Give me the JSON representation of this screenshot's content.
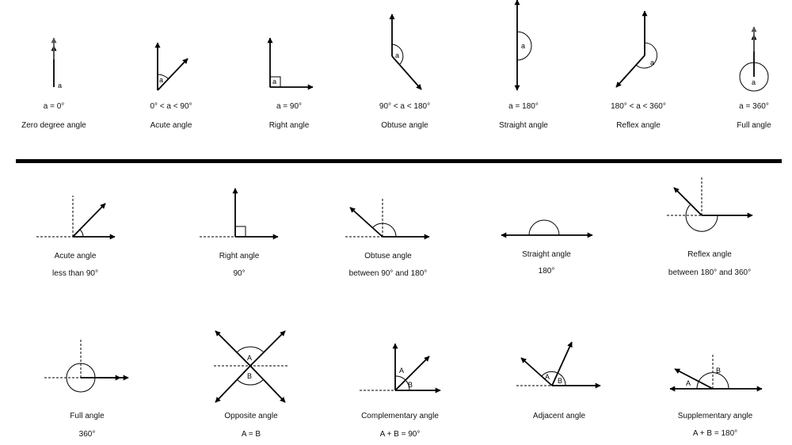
{
  "top_row": [
    {
      "letter": "a",
      "formula": "a = 0°",
      "name": "Zero degree angle"
    },
    {
      "letter": "a",
      "formula": "0° < a < 90°",
      "name": "Acute angle"
    },
    {
      "letter": "a",
      "formula": "a = 90°",
      "name": "Right angle"
    },
    {
      "letter": "a",
      "formula": "90° < a < 180°",
      "name": "Obtuse angle"
    },
    {
      "letter": "a",
      "formula": "a = 180°",
      "name": "Straight angle"
    },
    {
      "letter": "a",
      "formula": "180° < a < 360°",
      "name": "Reflex angle"
    },
    {
      "letter": "a",
      "formula": "a = 360°",
      "name": "Full angle"
    }
  ],
  "middle_row": [
    {
      "name": "Acute angle",
      "detail": "less than 90°"
    },
    {
      "name": "Right angle",
      "detail": "90°"
    },
    {
      "name": "Obtuse angle",
      "detail": "between 90° and 180°"
    },
    {
      "name": "Straight angle",
      "detail": "180°"
    },
    {
      "name": "Reflex angle",
      "detail": "between 180° and 360°"
    }
  ],
  "bottom_row": [
    {
      "name": "Full angle",
      "detail": "360°"
    },
    {
      "name": "Opposite angle",
      "detail": "A = B",
      "letters": [
        "A",
        "B"
      ]
    },
    {
      "name": "Complementary angle",
      "detail": "A + B = 90°",
      "letters": [
        "A",
        "B"
      ]
    },
    {
      "name": "Adjacent angle",
      "detail": "",
      "letters": [
        "A",
        "B"
      ]
    },
    {
      "name": "Supplementary angle",
      "detail": "A + B = 180°",
      "letters": [
        "A",
        "B"
      ]
    }
  ],
  "colors": {
    "ink": "#000000",
    "arrow_tip_gray": "#555555"
  }
}
